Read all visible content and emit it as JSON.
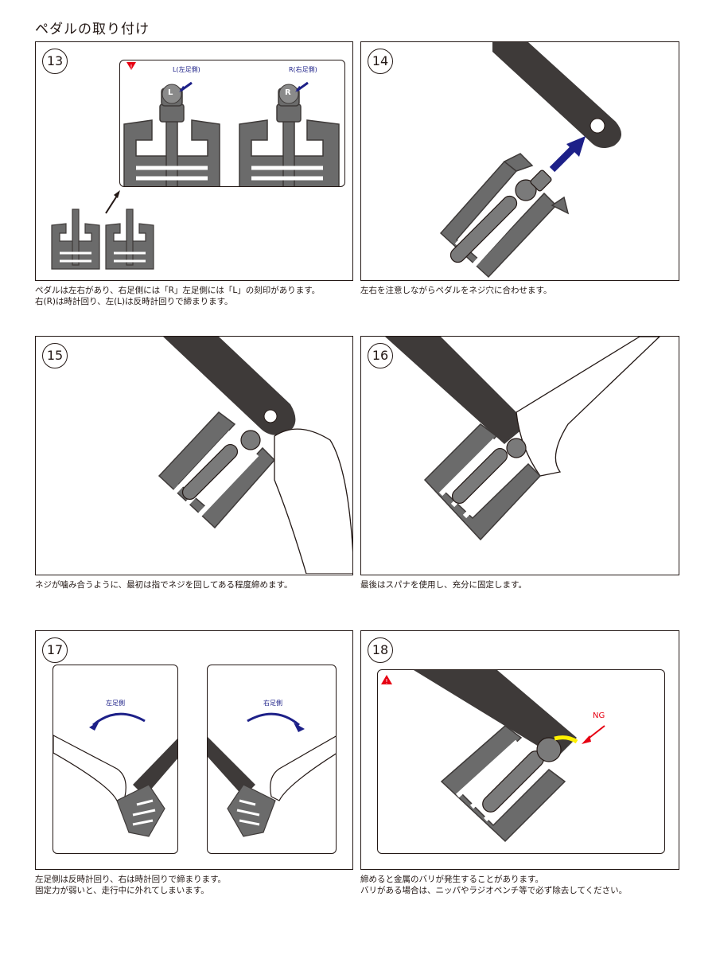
{
  "page": {
    "title": "ペダルの取り付け"
  },
  "steps": [
    {
      "number": "13",
      "caption_lines": [
        "ペダルは左右があり、右足側には「R」左足側には「L」の刻印があります。",
        "右(R)は時計回り、左(L)は反時計回りで締まります。"
      ],
      "labels": {
        "left": "L(左足側)",
        "right": "R(右足側)",
        "left_mark": "L",
        "right_mark": "R"
      }
    },
    {
      "number": "14",
      "caption_lines": [
        "左右を注意しながらペダルをネジ穴に合わせます。"
      ]
    },
    {
      "number": "15",
      "caption_lines": [
        "ネジが噛み合うように、最初は指でネジを回してある程度締めます。"
      ]
    },
    {
      "number": "16",
      "caption_lines": [
        "最後はスパナを使用し、充分に固定します。"
      ]
    },
    {
      "number": "17",
      "caption_lines": [
        "左足側は反時計回り、右は時計回りで締まります。",
        "固定力が弱いと、走行中に外れてしまいます。"
      ],
      "labels": {
        "left": "左足側",
        "right": "右足側"
      }
    },
    {
      "number": "18",
      "caption_lines": [
        "締めると金属のバリが発生することがあります。",
        "バリがある場合は、ニッパやラジオペンチ等で必ず除去してください。"
      ],
      "labels": {
        "ng": "NG"
      }
    }
  ],
  "colors": {
    "crank": "#3e3a39",
    "pedal": "#6b6b6b",
    "arrow": "#1d2088",
    "warning": "#e60012",
    "burr": "#fff100"
  },
  "icons": [
    "warning-icon",
    "arrow-icon"
  ]
}
